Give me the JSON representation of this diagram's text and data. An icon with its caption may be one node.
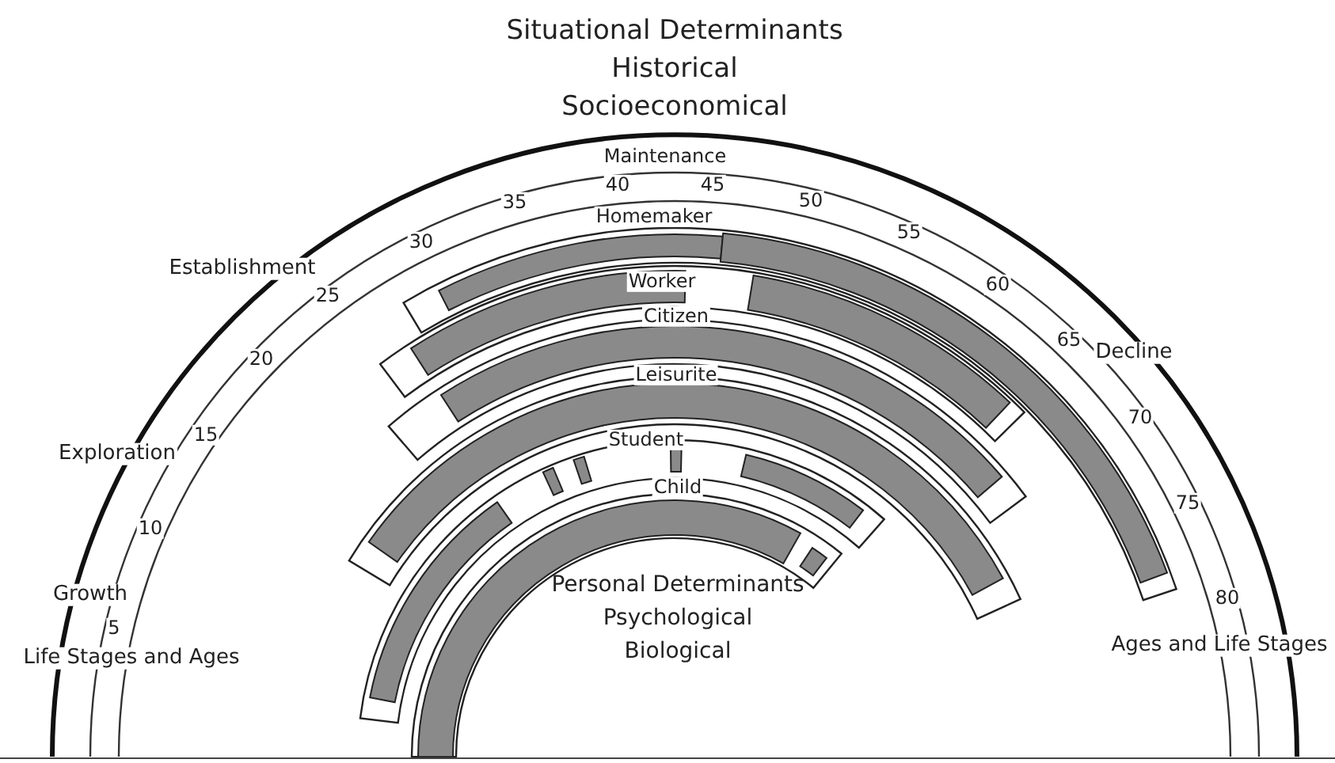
{
  "diagram": {
    "labels": [
      "Situational Determinants",
      "Historical",
      "Socioeconomical",
      "Maintenance",
      "35",
      "40",
      "45",
      "50",
      "Homemaker",
      "30",
      "55",
      "Establishment",
      "25",
      "Worker",
      "60",
      "Citizen",
      "20",
      "65",
      "Decline",
      "Leisurite",
      "Exploration",
      "15",
      "Student",
      "70",
      "10",
      "Child",
      "75",
      "Growth",
      "Personal Determinants",
      "80",
      "5",
      "Psychological",
      "Life Stages and Ages",
      "Biological",
      "Ages and Life Stages"
    ]
  }
}
